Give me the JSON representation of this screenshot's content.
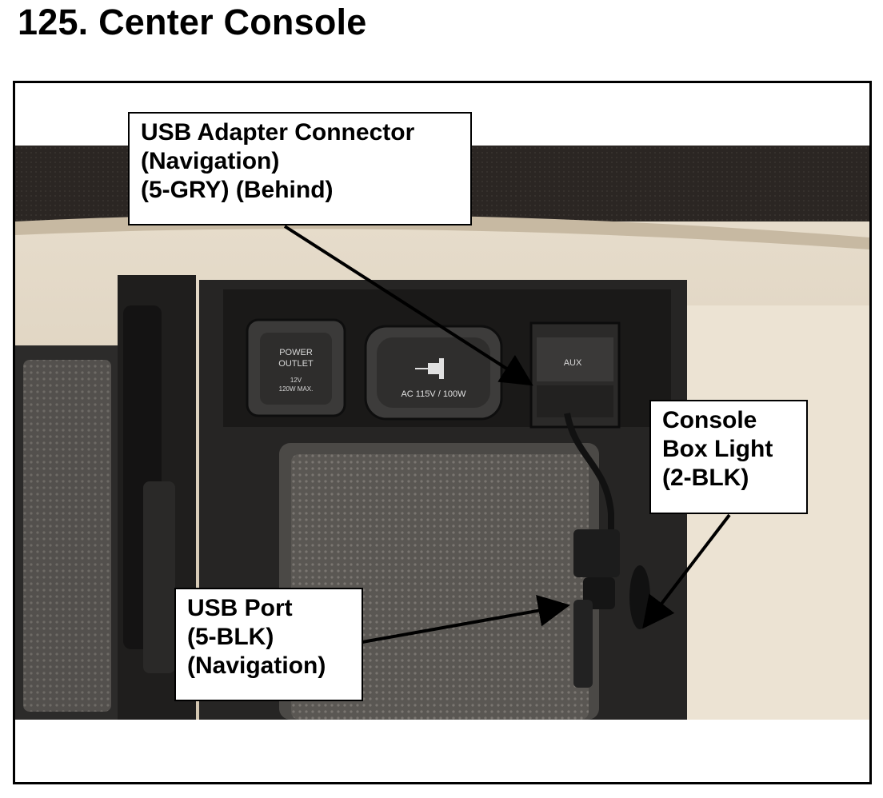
{
  "title": "125.  Center Console",
  "photo": {
    "panel_labels": {
      "power_outlet": "POWER\nOUTLET",
      "power_outlet_spec": "12V\n120W MAX.",
      "ac_outlet": "AC 115V / 100W",
      "aux": "AUX"
    }
  },
  "callouts": {
    "usb_adapter": {
      "lines": [
        "USB Adapter Connector",
        "(Navigation)",
        "(5-GRY) (Behind)"
      ]
    },
    "console_light": {
      "lines": [
        "Console",
        "Box Light",
        "(2-BLK)"
      ]
    },
    "usb_port": {
      "lines": [
        "USB Port",
        "(5-BLK)",
        "(Navigation)"
      ]
    }
  }
}
